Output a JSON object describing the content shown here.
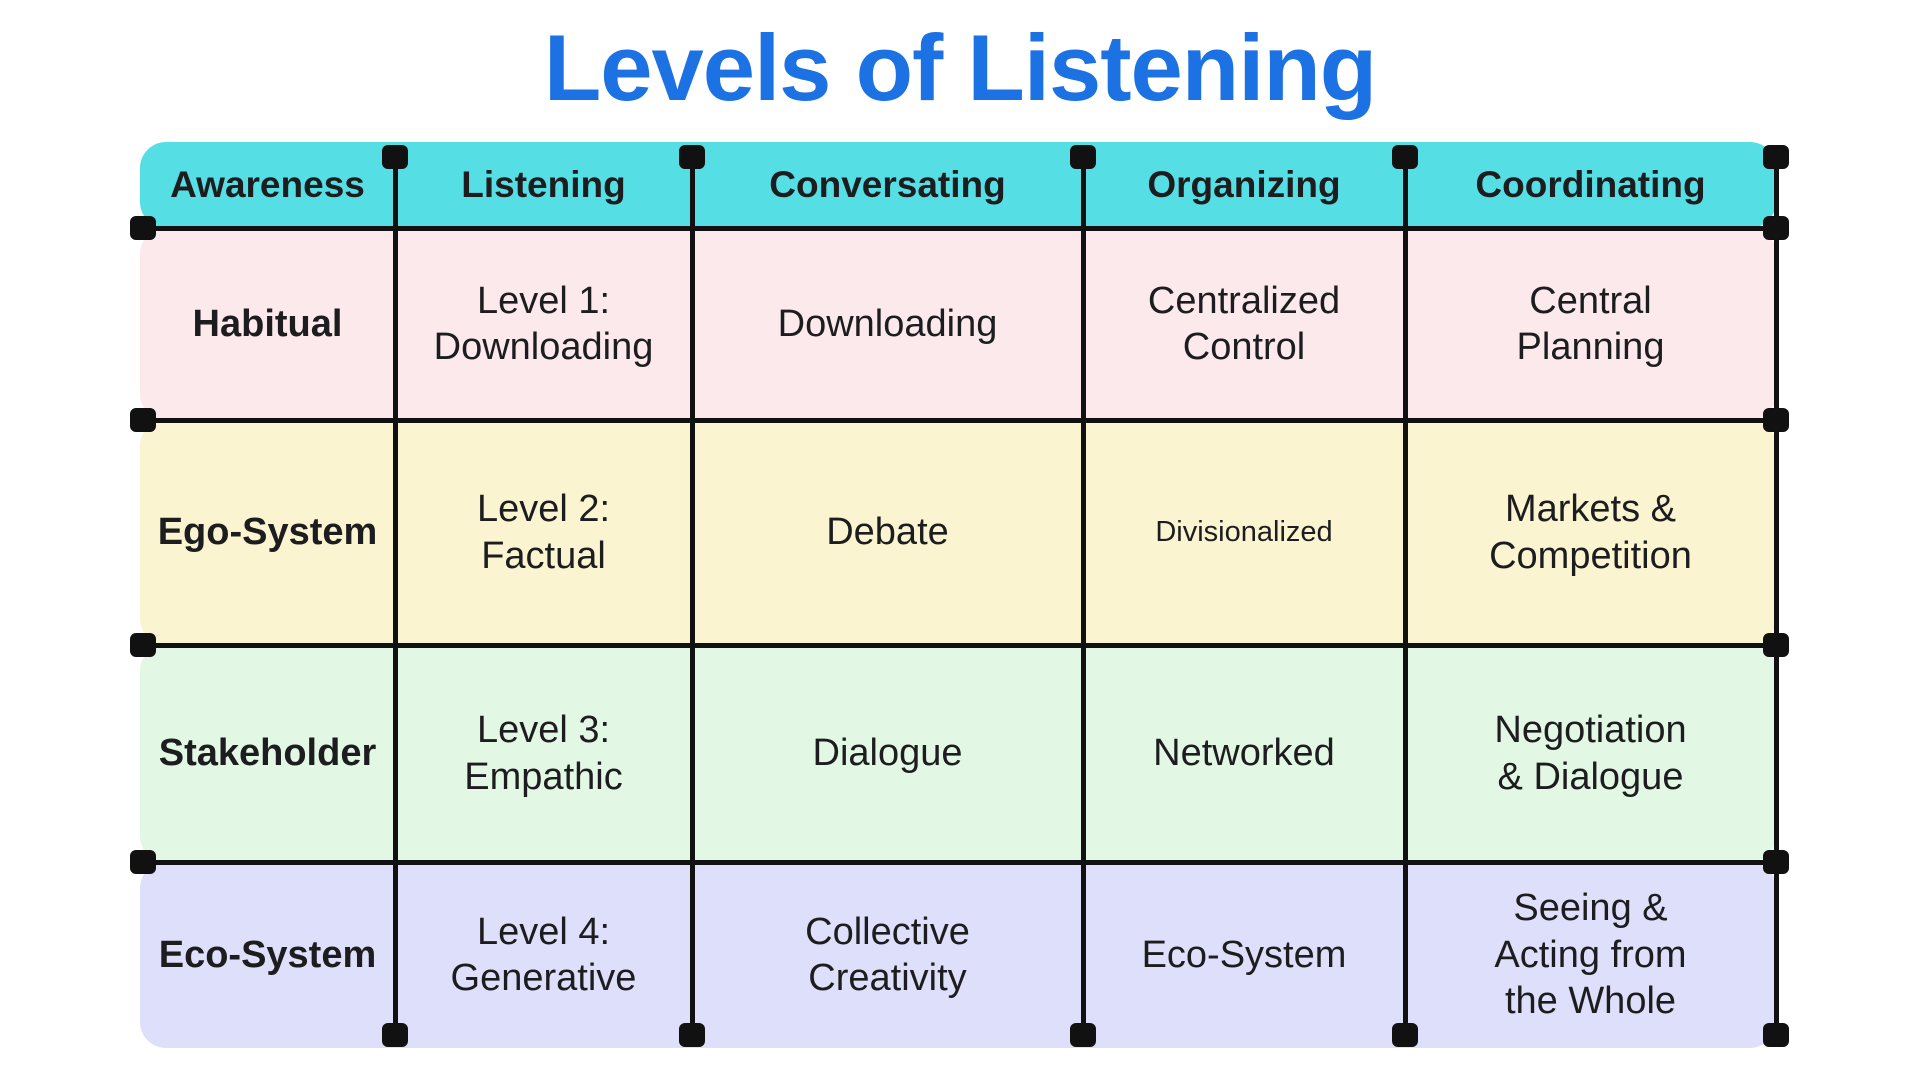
{
  "title": {
    "text": "Levels of Listening"
  },
  "colors": {
    "title": "#1C71E3",
    "header_bg": "#55DFE4",
    "row_bgs": [
      "#FBE9EC",
      "#FBF4D0",
      "#E2F8E5",
      "#DEDFFA"
    ],
    "line": "#111111",
    "text": "#1D1D1F"
  },
  "table": {
    "header": {
      "columns": [
        "Awareness",
        "Listening",
        "Conversating",
        "Organizing",
        "Coordinating"
      ]
    },
    "rows": [
      {
        "label": "Habitual",
        "cells": [
          "Level 1:\nDownloading",
          "Downloading",
          "Centralized\nControl",
          "Central\nPlanning"
        ]
      },
      {
        "label": "Ego-System",
        "cells": [
          "Level 2:\nFactual",
          "Debate",
          "Divisionalized",
          "Markets &\nCompetition"
        ]
      },
      {
        "label": "Stakeholder",
        "cells": [
          "Level 3:\nEmpathic",
          "Dialogue",
          "Networked",
          "Negotiation\n& Dialogue"
        ]
      },
      {
        "label": "Eco-System",
        "cells": [
          "Level 4:\nGenerative",
          "Collective\nCreativity",
          "Eco-System",
          "Seeing &\nActing from\nthe Whole"
        ]
      }
    ]
  }
}
